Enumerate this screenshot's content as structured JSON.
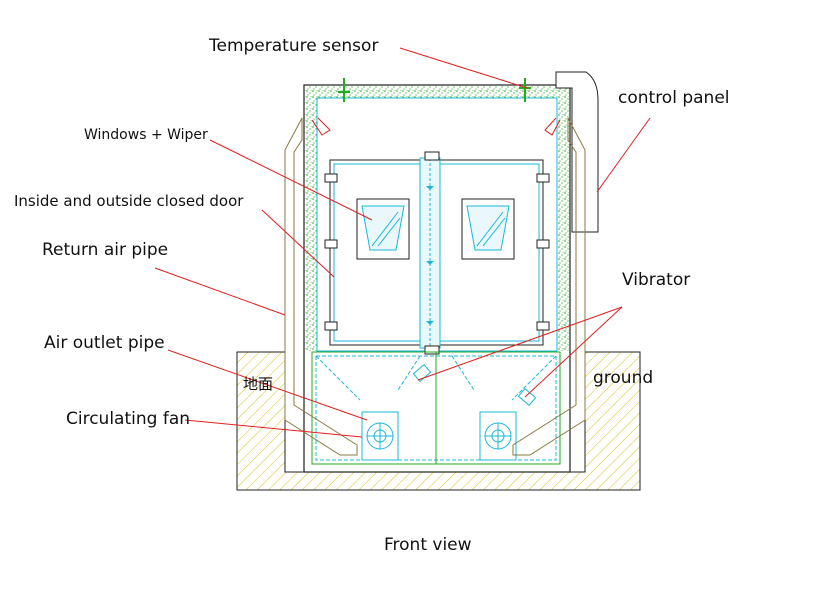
{
  "diagram": {
    "title": "Front view",
    "labels": {
      "temperature_sensor": "Temperature sensor",
      "control_panel": "control panel",
      "windows_wiper": "Windows + Wiper",
      "closed_door": "Inside and outside closed door",
      "return_air_pipe": "Return air pipe",
      "vibrator": "Vibrator",
      "air_outlet_pipe": "Air outlet pipe",
      "ground_cn": "地面",
      "ground": "ground",
      "circulating_fan": "Circulating fan"
    },
    "colors": {
      "leader_line": "#e02020",
      "outline": "#202020",
      "cyan": "#18b8d8",
      "green": "#22aa22",
      "insulation": "#33bb33",
      "ground_hatch": "#d8c020",
      "pipe": "#b0a060"
    }
  }
}
